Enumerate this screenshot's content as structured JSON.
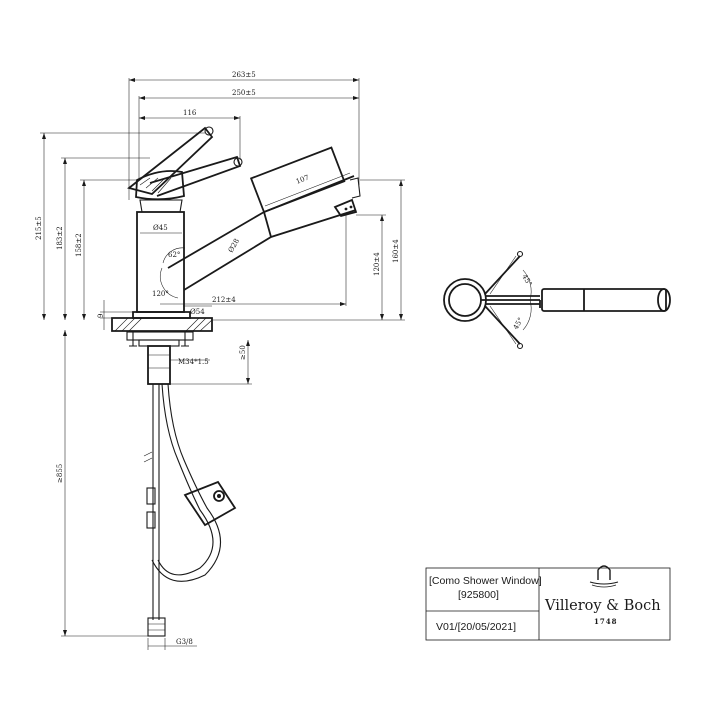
{
  "dimensions": {
    "d263": "263±5",
    "d250": "250±5",
    "d116": "116",
    "d107": "107",
    "d215": "215±5",
    "d183": "183±2",
    "d158": "158±2",
    "d160": "160±4",
    "d120": "120±4",
    "d9": "9",
    "d45": "Ø45",
    "d28": "Ø28",
    "d54": "Ø54",
    "d212": "212±4",
    "m34": "M34*1.5",
    "d50": "≥50",
    "d855": "≥855",
    "g38": "G3/8",
    "a62": "62°",
    "a120": "120°",
    "a45top": "45°",
    "a45bot": "45°"
  },
  "title_block": {
    "product_name": "[Como Shower Window]",
    "product_code": "[925800]",
    "version": "V01/[20/05/2021]",
    "brand": "Villeroy & Boch",
    "year": "1748",
    "logo_icon": "villeroy-boch-arch-logo-icon"
  }
}
